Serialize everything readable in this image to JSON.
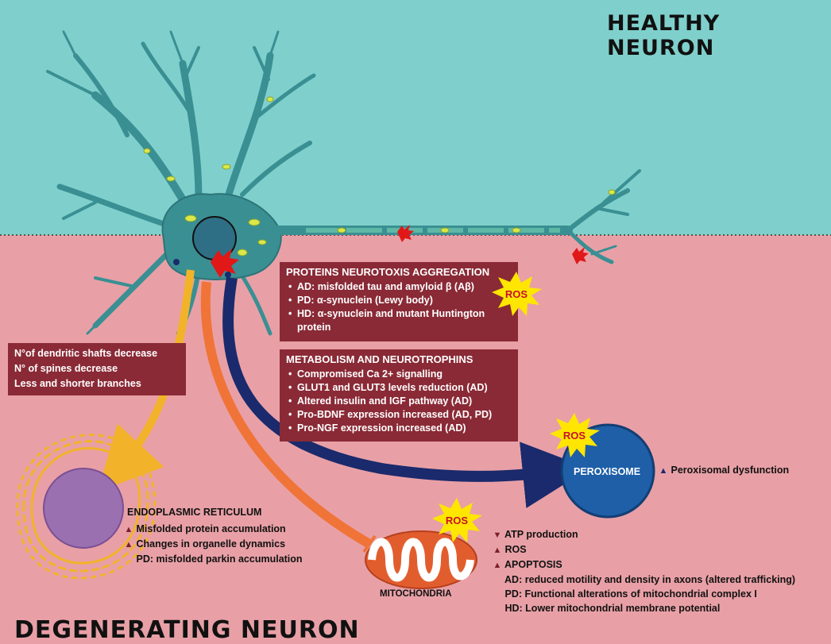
{
  "titles": {
    "healthy": "HEALTHY NEURON",
    "degenerating": "DEGENERATING NEURON"
  },
  "colors": {
    "healthy_bg": "#7fd0cc",
    "degenerating_bg": "#e8a0a6",
    "box_bg": "#8a2a36",
    "neuron": "#3a8f93",
    "er_arrow": "#f2b32a",
    "mito_arrow": "#f07438",
    "perox_arrow": "#1a2a6c",
    "peroxisome": "#1e5fa8",
    "ros_star": "#ffe600"
  },
  "dendrite_box": {
    "lines": [
      "N°of dendritic shafts decrease",
      "N° of spines decrease",
      "Less and shorter branches"
    ]
  },
  "proteins_box": {
    "header": "PROTEINS NEUROTOXIS AGGREGATION",
    "items": [
      "AD: misfolded tau and amyloid β (Aβ)",
      "PD: α-synuclein (Lewy body)",
      "HD: α-synuclein and mutant Huntington protein"
    ]
  },
  "metabolism_box": {
    "header": "METABOLISM AND NEUROTROPHINS",
    "items": [
      "Compromised Ca 2+ signalling",
      "GLUT1 and GLUT3 levels reduction (AD)",
      "Altered insulin and IGF pathway (AD)",
      "Pro-BDNF expression increased (AD, PD)",
      "Pro-NGF expression increased (AD)"
    ]
  },
  "ros_label": "ROS",
  "peroxisome": {
    "label": "PEROXISOME",
    "effect": {
      "arrow": "up",
      "text": "Peroxisomal dysfunction"
    }
  },
  "er": {
    "title": "ENDOPLASMIC RETICULUM",
    "lines": [
      {
        "arrow": "up",
        "text": "Misfolded protein accumulation"
      },
      {
        "arrow": "up",
        "text": "Changes in organelle dynamics"
      },
      {
        "arrow": "",
        "text": "PD: misfolded parkin accumulation"
      }
    ]
  },
  "mitochondria": {
    "title": "MITOCHONDRIA",
    "lines": [
      {
        "arrow": "down",
        "text": "ATP production"
      },
      {
        "arrow": "up",
        "text": "ROS"
      },
      {
        "arrow": "up",
        "text": "APOPTOSIS"
      },
      {
        "arrow": "",
        "text": "AD: reduced motility and density in axons (altered trafficking)"
      },
      {
        "arrow": "",
        "text": "PD: Functional alterations of mitochondrial complex I"
      },
      {
        "arrow": "",
        "text": "HD: Lower mitochondrial membrane potential"
      }
    ]
  }
}
